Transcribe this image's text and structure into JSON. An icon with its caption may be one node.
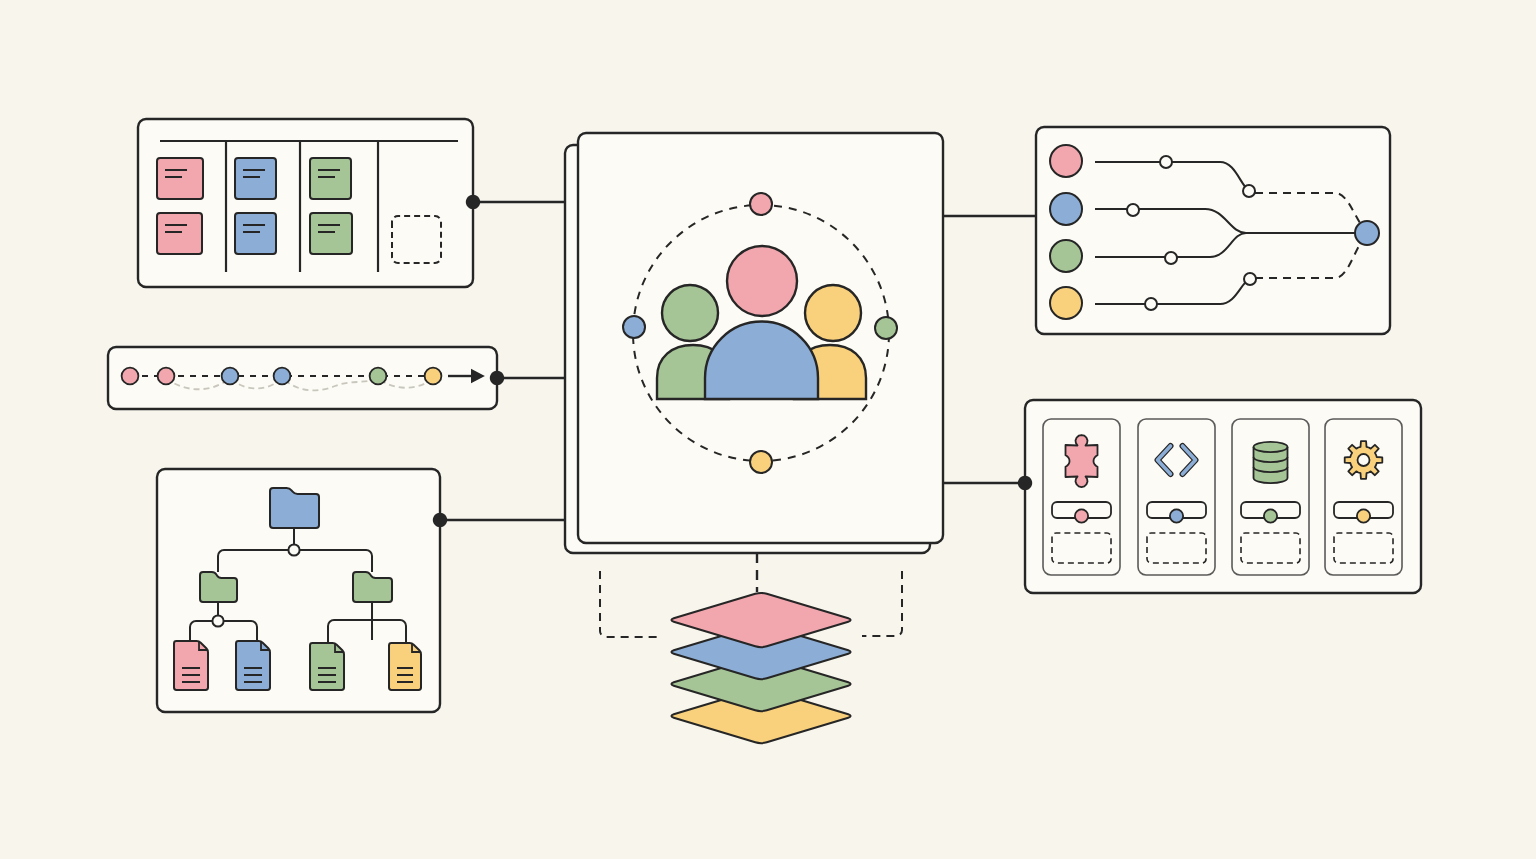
{
  "diagram": {
    "nodes": [
      {
        "text": [],
        "shape": "box"
      },
      {
        "text": [],
        "shape": "box"
      },
      {
        "text": [],
        "shape": "box"
      },
      {
        "text": [],
        "shape": "box"
      },
      {
        "text": [],
        "shape": "box"
      },
      {
        "text": [],
        "shape": "box"
      },
      {
        "text": [],
        "shape": "picture"
      }
    ],
    "edges": [
      {
        "from": 0,
        "to": 1,
        "arrow": "other"
      },
      {
        "from": 1,
        "to": 2,
        "arrow": "none"
      },
      {
        "from": 3,
        "to": 1,
        "arrow": "other"
      },
      {
        "from": 4,
        "to": 1,
        "arrow": "other"
      },
      {
        "from": 5,
        "to": 1,
        "arrow": "other"
      },
      {
        "from": 1,
        "to": 6,
        "arrow": "none",
        "style": "dashed"
      }
    ]
  }
}
